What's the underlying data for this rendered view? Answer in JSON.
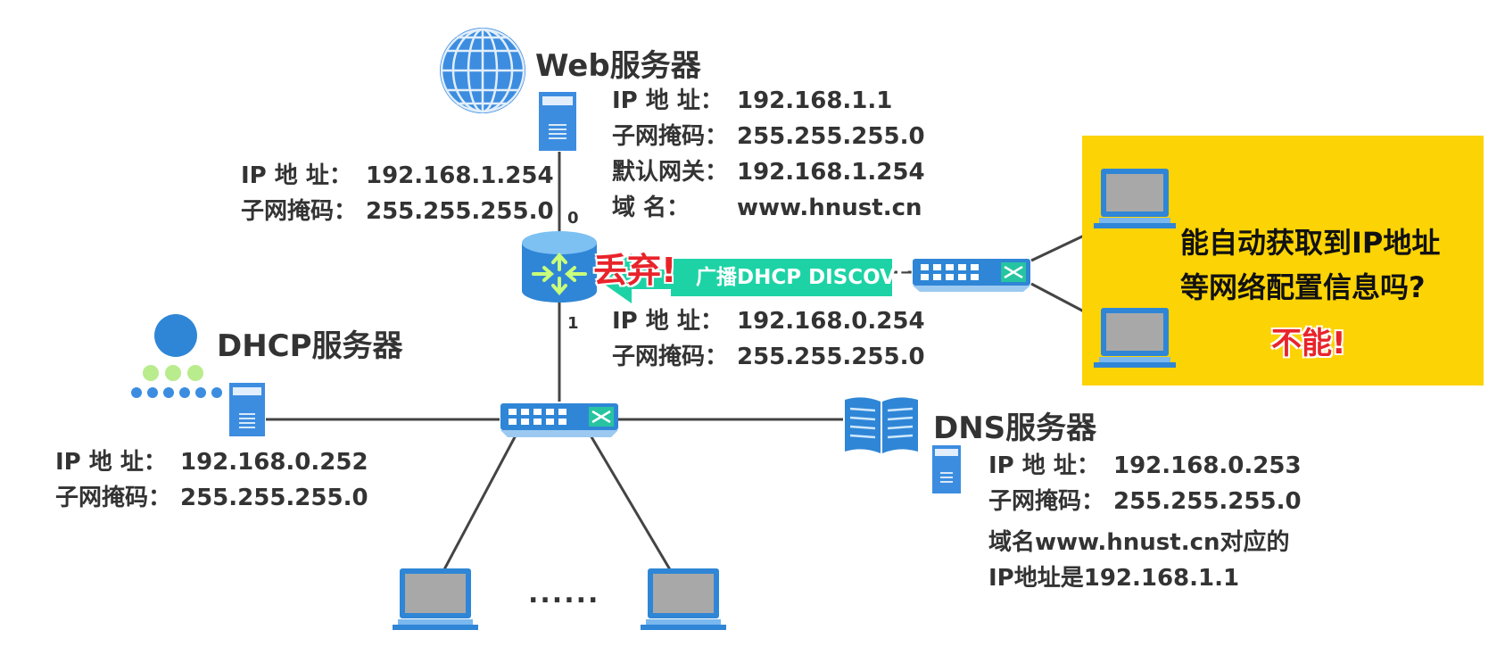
{
  "web_server": {
    "title": "Web服务器",
    "ip_label": "IP 地  址：",
    "ip": "192.168.1.1",
    "mask_label": "子网掩码：",
    "mask": "255.255.255.0",
    "gateway_label": "默认网关：",
    "gateway": "192.168.1.254",
    "domain_label": "域      名：",
    "domain": "www.hnust.cn"
  },
  "router": {
    "port0": "0",
    "port1": "1",
    "if0": {
      "ip_label": "IP 地  址：",
      "ip": "192.168.1.254",
      "mask_label": "子网掩码：",
      "mask": "255.255.255.0"
    },
    "if1": {
      "ip_label": "IP 地  址：",
      "ip": "192.168.0.254",
      "mask_label": "子网掩码：",
      "mask": "255.255.255.0"
    }
  },
  "dhcp_server": {
    "title": "DHCP服务器",
    "ip_label": "IP 地  址：",
    "ip": "192.168.0.252",
    "mask_label": "子网掩码：",
    "mask": "255.255.255.0"
  },
  "dns_server": {
    "title": "DNS服务器",
    "ip_label": "IP 地  址：",
    "ip": "192.168.0.253",
    "mask_label": "子网掩码：",
    "mask": "255.255.255.0",
    "note_line1": "域名www.hnust.cn对应的",
    "note_line2": "IP地址是192.168.1.1"
  },
  "broadcast": {
    "message": "广播DHCP DISCOVER",
    "dropped": "丢弃!"
  },
  "callout": {
    "question_line1": "能自动获取到IP地址",
    "question_line2": "等网络配置信息吗?",
    "answer": "不能!"
  },
  "lan_ellipsis": "......",
  "colors": {
    "device_blue": "#1e88e5",
    "device_light": "#64b5f6",
    "wire": "#444444",
    "callout_bg": "#fcd304",
    "alert_red": "#e8242b",
    "message_green": "#1dd3a6"
  }
}
